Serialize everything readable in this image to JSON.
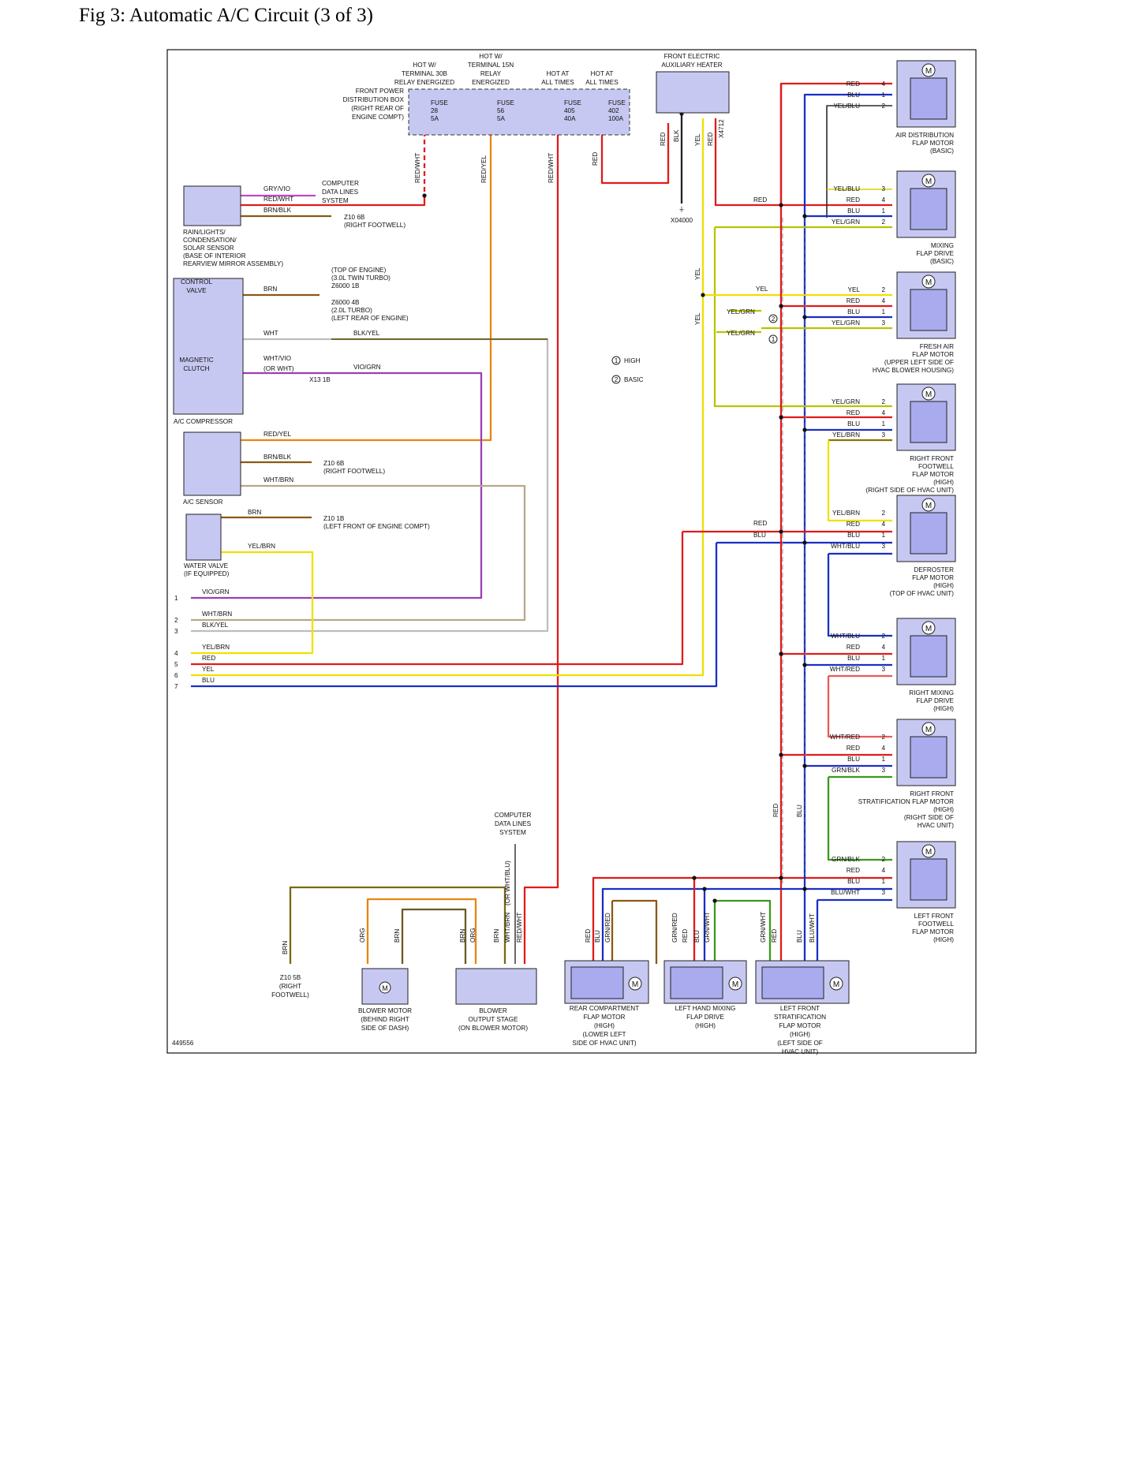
{
  "title": "Fig 3: Automatic A/C Circuit (3 of 3)",
  "figure_id": "449556",
  "power": {
    "relay30b": [
      "HOT W/",
      "TERMINAL 30B",
      "RELAY ENERGIZED"
    ],
    "relay15n": [
      "HOT W/",
      "TERMINAL 15N",
      "RELAY",
      "ENERGIZED"
    ],
    "hot1": [
      "HOT AT",
      "ALL TIMES"
    ],
    "hot2": [
      "HOT AT",
      "ALL TIMES"
    ],
    "fpdb": [
      "FRONT POWER",
      "DISTRIBUTION BOX",
      "(RIGHT REAR OF",
      "ENGINE COMPT)"
    ],
    "fuse28": [
      "FUSE",
      "28",
      "5A"
    ],
    "fuse56": [
      "FUSE",
      "56",
      "5A"
    ],
    "fuse405": [
      "FUSE",
      "405",
      "40A"
    ],
    "fuse402": [
      "FUSE",
      "402",
      "100A"
    ],
    "heater": [
      "FRONT ELECTRIC",
      "AUXILIARY HEATER"
    ],
    "x04000": "X04000",
    "x4712": "X4712"
  },
  "components": {
    "rain_sensor": [
      "RAIN/LIGHTS/",
      "CONDENSATION/",
      "SOLAR SENSOR",
      "(BASE OF INTERIOR",
      "REARVIEW MIRROR ASSEMBLY)"
    ],
    "computer_data_top": [
      "COMPUTER",
      "DATA LINES",
      "SYSTEM"
    ],
    "computer_data_bottom": [
      "COMPUTER",
      "DATA LINES",
      "SYSTEM"
    ],
    "z10_6b_top": [
      "Z10 6B",
      "(RIGHT FOOTWELL)"
    ],
    "control_valve": [
      "CONTROL",
      "VALVE"
    ],
    "magnetic_clutch": [
      "MAGNETIC",
      "CLUTCH"
    ],
    "ac_compressor": "A/C COMPRESSOR",
    "z6000": [
      "(TOP OF ENGINE)",
      "(3.0L TWIN TURBO)",
      "Z6000 1B",
      "Z6000 4B",
      "(2.0L TURBO)",
      "(LEFT REAR OF ENGINE)"
    ],
    "x13": "X13 1B",
    "ac_sensor": "A/C SENSOR",
    "z10_6b_mid": [
      "Z10 6B",
      "(RIGHT FOOTWELL)"
    ],
    "water_valve": [
      "WATER VALVE",
      "(IF EQUIPPED)"
    ],
    "z10_1b": [
      "Z10 1B",
      "(LEFT FRONT OF ENGINE COMPT)"
    ],
    "legend_high": "HIGH",
    "legend_basic": "BASIC",
    "z10_5b": [
      "Z10 5B",
      "(RIGHT",
      "FOOTWELL)"
    ],
    "blower_motor": [
      "BLOWER MOTOR",
      "(BEHIND RIGHT",
      "SIDE OF DASH)"
    ],
    "blower_stage": [
      "BLOWER",
      "OUTPUT STAGE",
      "(ON BLOWER MOTOR)"
    ],
    "rear_motor": [
      "REAR COMPARTMENT",
      "FLAP MOTOR",
      "(HIGH)",
      "(LOWER LEFT",
      "SIDE OF HVAC UNIT)"
    ],
    "lh_mixing": [
      "LEFT HAND MIXING",
      "FLAP DRIVE",
      "(HIGH)"
    ],
    "lf_strat": [
      "LEFT FRONT",
      "STRATIFICATION",
      "FLAP MOTOR",
      "(HIGH)",
      "(LEFT SIDE OF",
      "HVAC UNIT)"
    ]
  },
  "right_motors": [
    {
      "label": [
        "AIR DISTRIBUTION",
        "FLAP MOTOR",
        "(BASIC)"
      ],
      "pins": [
        [
          "RED",
          "4"
        ],
        [
          "BLU",
          "1"
        ],
        [
          "YEL/BLU",
          "2"
        ]
      ]
    },
    {
      "label": [
        "MIXING",
        "FLAP DRIVE",
        "(BASIC)"
      ],
      "pins": [
        [
          "YEL/BLU",
          "3"
        ],
        [
          "RED",
          "4"
        ],
        [
          "BLU",
          "1"
        ],
        [
          "YEL/GRN",
          "2"
        ]
      ]
    },
    {
      "label": [
        "FRESH AIR",
        "FLAP MOTOR",
        "(UPPER LEFT SIDE OF",
        "HVAC BLOWER HOUSING)"
      ],
      "pins": [
        [
          "YEL",
          "2"
        ],
        [
          "RED",
          "4"
        ],
        [
          "BLU",
          "1"
        ],
        [
          "YEL/GRN",
          "3"
        ]
      ]
    },
    {
      "label": [
        "RIGHT FRONT",
        "FOOTWELL",
        "FLAP MOTOR",
        "(HIGH)",
        "(RIGHT SIDE OF HVAC UNIT)"
      ],
      "pins": [
        [
          "YEL/GRN",
          "2"
        ],
        [
          "RED",
          "4"
        ],
        [
          "BLU",
          "1"
        ],
        [
          "YEL/BRN",
          "3"
        ]
      ]
    },
    {
      "label": [
        "DEFROSTER",
        "FLAP MOTOR",
        "(HIGH)",
        "(TOP OF HVAC UNIT)"
      ],
      "pins": [
        [
          "YEL/BRN",
          "2"
        ],
        [
          "RED",
          "4"
        ],
        [
          "BLU",
          "1"
        ],
        [
          "WHT/BLU",
          "3"
        ]
      ]
    },
    {
      "label": [
        "RIGHT MIXING",
        "FLAP DRIVE",
        "(HIGH)"
      ],
      "pins": [
        [
          "WHT/BLU",
          "2"
        ],
        [
          "RED",
          "4"
        ],
        [
          "BLU",
          "1"
        ],
        [
          "WHT/RED",
          "3"
        ]
      ]
    },
    {
      "label": [
        "RIGHT FRONT",
        "STRATIFICATION FLAP MOTOR",
        "(HIGH)",
        "(RIGHT SIDE OF",
        "HVAC UNIT)"
      ],
      "pins": [
        [
          "WHT/RED",
          "2"
        ],
        [
          "RED",
          "4"
        ],
        [
          "BLU",
          "1"
        ],
        [
          "GRN/BLK",
          "3"
        ]
      ]
    },
    {
      "label": [
        "LEFT FRONT",
        "FOOTWELL",
        "FLAP MOTOR",
        "(HIGH)"
      ],
      "pins": [
        [
          "GRN/BLK",
          "2"
        ],
        [
          "RED",
          "4"
        ],
        [
          "BLU",
          "1"
        ],
        [
          "BLU/WHT",
          "3"
        ]
      ]
    }
  ],
  "wires": {
    "gry_vio": "GRY/VIO",
    "red_wht": "RED/WHT",
    "brn_blk": "BRN/BLK",
    "brn": "BRN",
    "wht": "WHT",
    "blk_yel": "BLK/YEL",
    "wht_vio": "WHT/VIO",
    "or_wht": "(OR WHT)",
    "vio_grn": "VIO/GRN",
    "red_yel": "RED/YEL",
    "wht_brn": "WHT/BRN",
    "yel_brn": "YEL/BRN",
    "red": "RED",
    "yel": "YEL",
    "blu": "BLU",
    "yel_grn": "YEL/GRN",
    "blk": "BLK",
    "org": "ORG",
    "grn_red": "GRN/RED",
    "grn_wht": "GRN/WHT",
    "blu_wht": "BLU/WHT",
    "wht_blu_alt": "(OR WHT/BLU)",
    "wht_brn2": "WHT/BRN"
  },
  "bus": [
    {
      "n": "1",
      "c": "VIO/GRN"
    },
    {
      "n": "2",
      "c": "WHT/BRN"
    },
    {
      "n": "3",
      "c": "BLK/YEL"
    },
    {
      "n": "4",
      "c": "YEL/BRN"
    },
    {
      "n": "5",
      "c": "RED"
    },
    {
      "n": "6",
      "c": "YEL"
    },
    {
      "n": "7",
      "c": "BLU"
    }
  ]
}
